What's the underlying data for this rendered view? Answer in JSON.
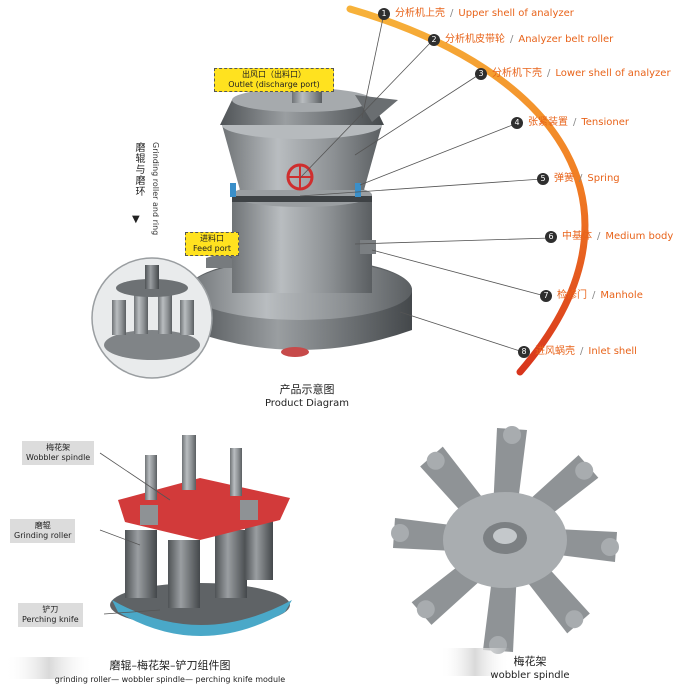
{
  "callouts": [
    {
      "num": "1",
      "cn": "分析机上壳",
      "en": "Upper shell of analyzer"
    },
    {
      "num": "2",
      "cn": "分析机皮带轮",
      "en": "Analyzer belt roller"
    },
    {
      "num": "3",
      "cn": "分析机下壳",
      "en": "Lower shell of analyzer"
    },
    {
      "num": "4",
      "cn": "张紧装置",
      "en": "Tensioner"
    },
    {
      "num": "5",
      "cn": "弹簧",
      "en": "Spring"
    },
    {
      "num": "6",
      "cn": "中基体",
      "en": "Medium body"
    },
    {
      "num": "7",
      "cn": "检修门",
      "en": "Manhole"
    },
    {
      "num": "8",
      "cn": "进风蜗壳",
      "en": "Inlet shell"
    }
  ],
  "separator": "/",
  "outlet": {
    "cn": "出风口（出料口）",
    "en": "Outlet (discharge port)"
  },
  "feed": {
    "cn": "进料口",
    "en": "Feed port"
  },
  "grinding_vertical": {
    "cn": "磨辊与磨环",
    "en": "Grinding roller and ring"
  },
  "product_caption": {
    "cn": "产品示意图",
    "en": "Product Diagram"
  },
  "module_tags": [
    {
      "cn": "梅花架",
      "en": "Wobbler spindle"
    },
    {
      "cn": "磨辊",
      "en": "Grinding roller"
    },
    {
      "cn": "铲刀",
      "en": "Perching knife"
    }
  ],
  "module_caption": {
    "cn": "磨辊–梅花架–铲刀组件图",
    "en": "grinding roller— wobbler spindle— perching knife module"
  },
  "spindle_caption": {
    "cn": "梅花架",
    "en": "wobbler spindle"
  },
  "colors": {
    "accent": "#e8631a",
    "tag_yellow": "#ffe21f",
    "frame_red": "#d23a3a",
    "knife_blue": "#4aa8c8"
  }
}
